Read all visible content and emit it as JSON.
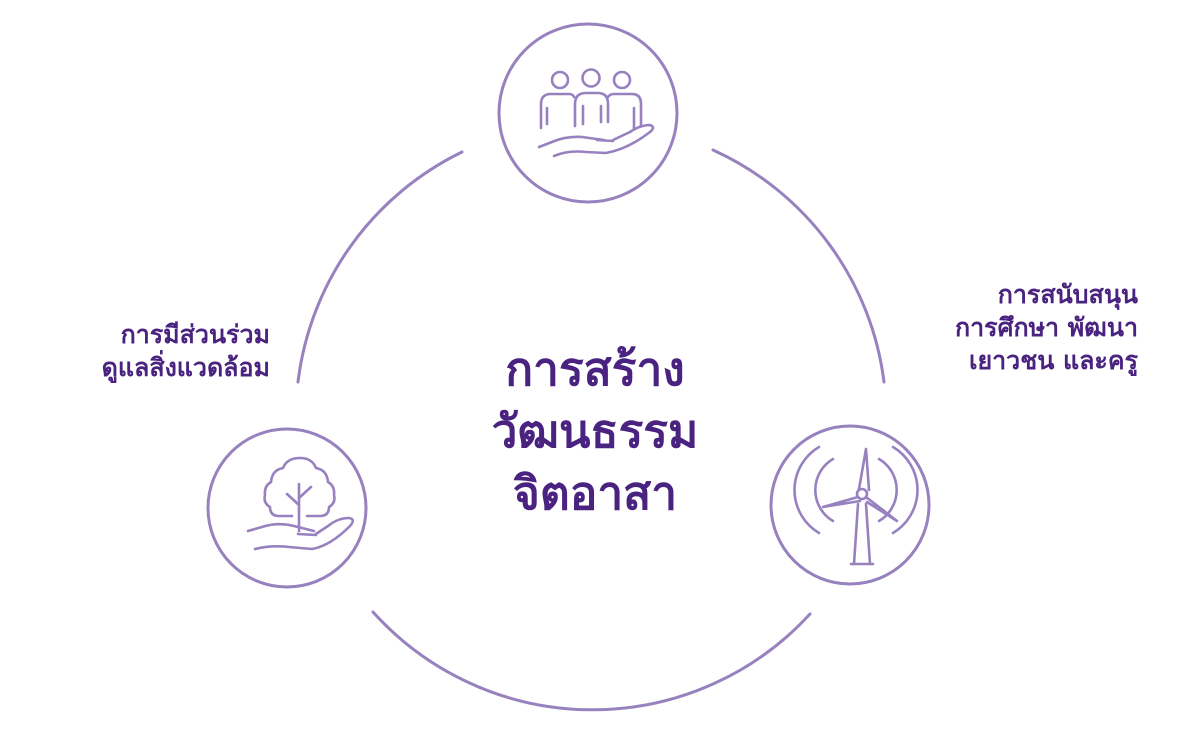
{
  "center": {
    "line1": "การสร้าง",
    "line2": "วัฒนธรรม",
    "line3": "จิตอาสา"
  },
  "nodes": [
    {
      "name": "community",
      "icon": "people-in-hand-icon",
      "label_lines": []
    },
    {
      "name": "education",
      "icon": "wind-turbine-icon",
      "label_lines": [
        "การสนับสนุน",
        "การศึกษา พัฒนา",
        "เยาวชน และครู"
      ]
    },
    {
      "name": "environment",
      "icon": "tree-in-hand-icon",
      "label_lines": [
        "การมีส่วนร่วม",
        "ดูแลสิ่งแวดล้อม"
      ]
    }
  ],
  "colors": {
    "stroke": "#9781be",
    "text": "#4a2380",
    "background": "#ffffff"
  }
}
